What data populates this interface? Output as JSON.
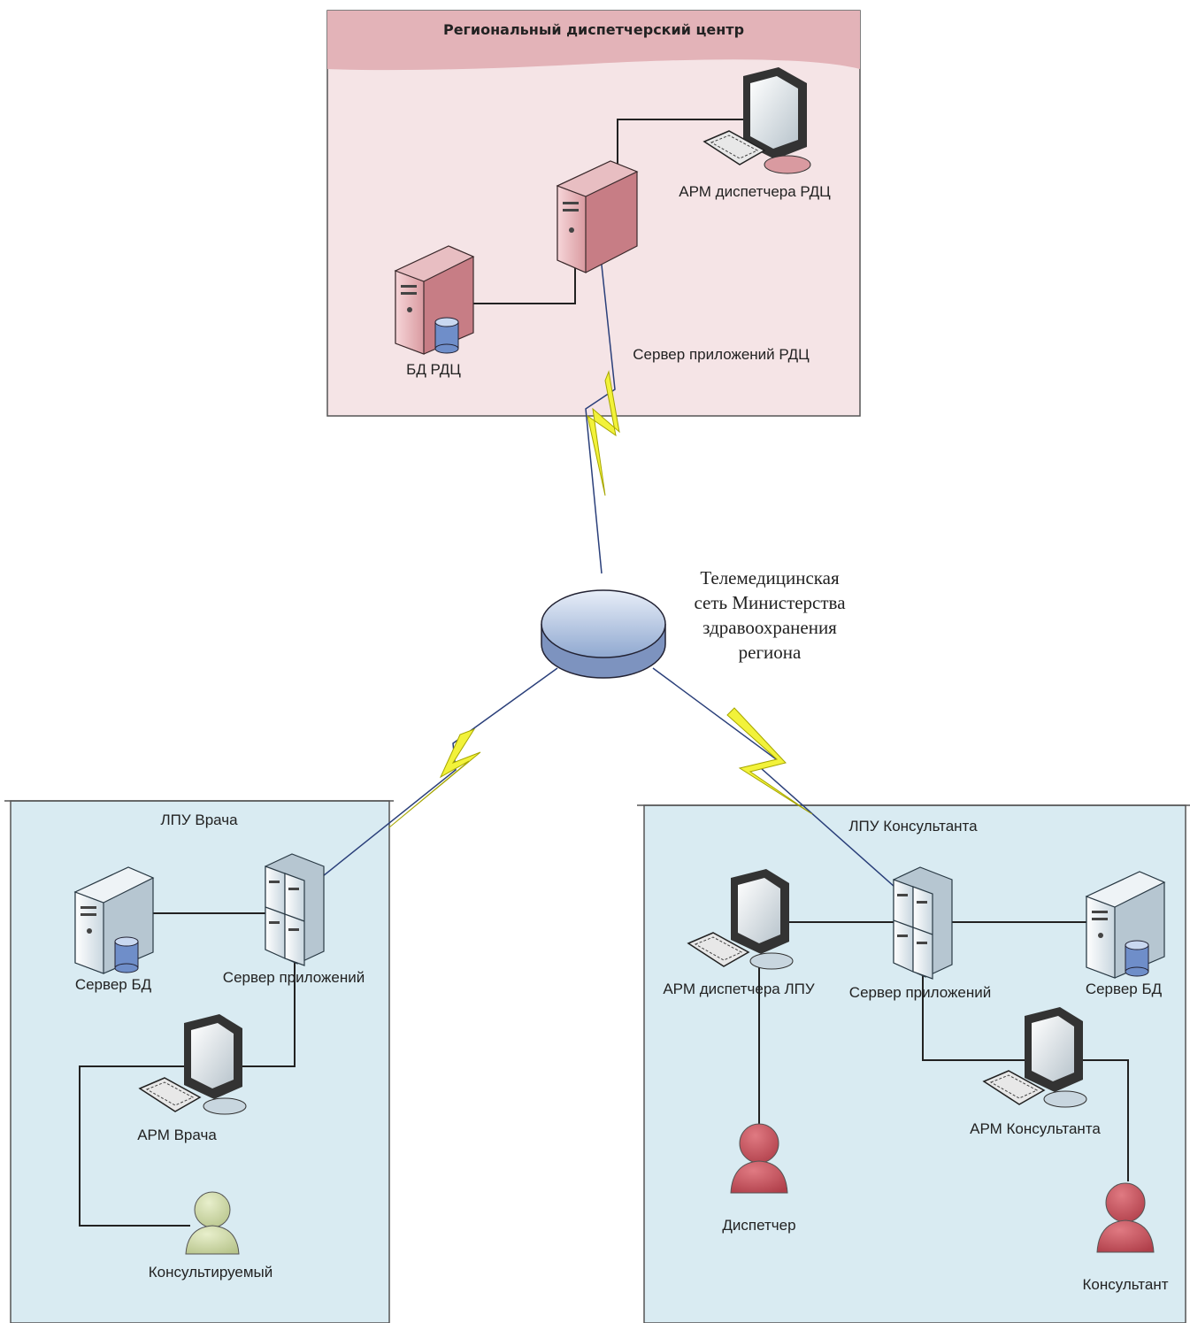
{
  "zones": {
    "rdc": {
      "title": "Региональный диспетчерский центр",
      "fill": "#f5e4e6",
      "header_fill": "#e3b3b8"
    },
    "lpu_doctor": {
      "title": "ЛПУ Врача",
      "fill": "#d9ebf2"
    },
    "lpu_consultant": {
      "title": "ЛПУ Консультанта",
      "fill": "#d9ebf2"
    }
  },
  "nodes": {
    "arm_dispatcher_rdc": "АРМ диспетчера РДЦ",
    "db_rdc": "БД РДЦ",
    "app_server_rdc": "Сервер приложений РДЦ",
    "network_lines": [
      "Телемедицинская",
      "сеть Министерства",
      "здравоохранения",
      "региона"
    ],
    "doc_db_server": "Сервер БД",
    "doc_app_server": "Сервер приложений",
    "arm_doctor": "АРМ  Врача",
    "patient": "Консультируемый",
    "arm_dispatcher_lpu": "АРМ диспетчера ЛПУ",
    "cons_app_server": "Сервер приложений",
    "cons_db_server": "Сервер БД",
    "arm_consultant": "АРМ  Консультанта",
    "dispatcher": "Диспетчер",
    "consultant": "Консультант"
  },
  "colors": {
    "pink_server": "#e8b4b8",
    "blue_server": "#e6eef3",
    "person_red": "#c9545e",
    "person_green": "#cfd9a8",
    "lightning": "#f2f23a",
    "network_disk": "#b4c6e2"
  },
  "icons": [
    "server-icon",
    "database-icon",
    "monitor-icon",
    "keyboard-icon",
    "person-icon",
    "lightning-link-icon",
    "network-disk-icon"
  ]
}
